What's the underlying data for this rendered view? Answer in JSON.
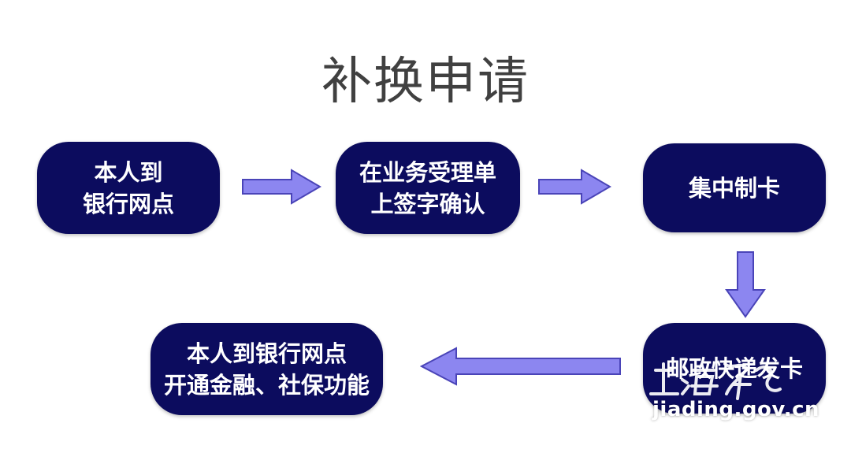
{
  "title": "补换申请",
  "colors": {
    "node_fill": "#0c0c5e",
    "arrow_fill": "#8c86f0",
    "arrow_stroke": "#4a44b8",
    "title_text": "#404040"
  },
  "nodes": [
    {
      "id": "n1",
      "lines": [
        "本人到",
        "银行网点"
      ]
    },
    {
      "id": "n2",
      "lines": [
        "在业务受理单",
        "上签字确认"
      ]
    },
    {
      "id": "n3",
      "lines": [
        "集中制卡"
      ]
    },
    {
      "id": "n4",
      "lines": [
        "邮政快递发卡"
      ]
    },
    {
      "id": "n5",
      "lines": [
        "本人到银行网点",
        "开通金融、社保功能"
      ]
    }
  ],
  "edges": [
    {
      "from": "n1",
      "to": "n2"
    },
    {
      "from": "n2",
      "to": "n3"
    },
    {
      "from": "n3",
      "to": "n4"
    },
    {
      "from": "n4",
      "to": "n5"
    }
  ],
  "watermark": {
    "text": "jiading.gov.cn"
  }
}
